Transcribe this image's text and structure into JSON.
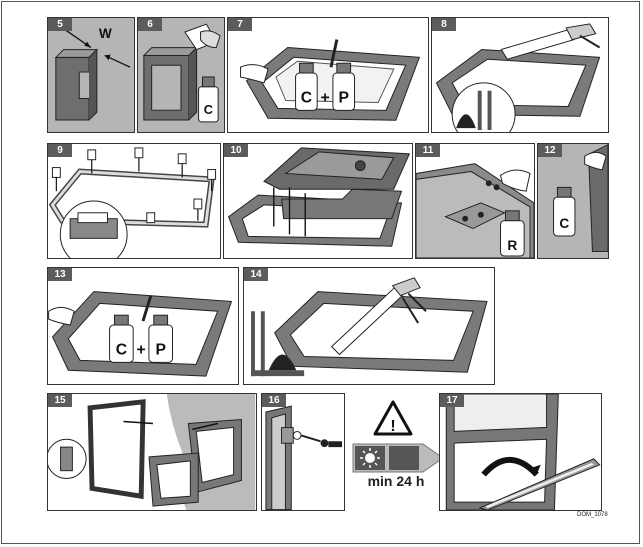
{
  "steps": [
    {
      "number": "5"
    },
    {
      "number": "6"
    },
    {
      "number": "7"
    },
    {
      "number": "8"
    },
    {
      "number": "9"
    },
    {
      "number": "10"
    },
    {
      "number": "11"
    },
    {
      "number": "12"
    },
    {
      "number": "13"
    },
    {
      "number": "14"
    },
    {
      "number": "15"
    },
    {
      "number": "16"
    },
    {
      "number": "17"
    }
  ],
  "labels": {
    "width_symbol": "W",
    "cleaner": "C",
    "primer": "P",
    "plus": "+",
    "remover": "R"
  },
  "curing": {
    "warning_symbol": "!",
    "time_text": "min 24 h"
  },
  "document_code": "DOM_1078",
  "colors": {
    "border": "#d42020",
    "panel_grey": "#b5b5b5",
    "label_bg": "#5c5c5c",
    "frame_dark": "#555555"
  }
}
